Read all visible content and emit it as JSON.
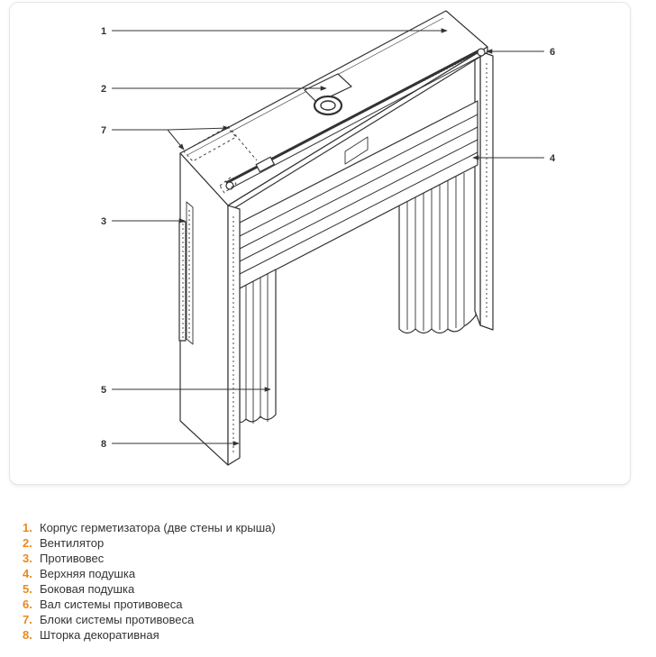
{
  "diagram": {
    "callouts": [
      "1",
      "2",
      "3",
      "4",
      "5",
      "6",
      "7",
      "8"
    ]
  },
  "legend": {
    "items": [
      {
        "num": "1.",
        "text": "Корпус герметизатора (две стены и крыша)"
      },
      {
        "num": "2.",
        "text": "Вентилятор"
      },
      {
        "num": "3.",
        "text": "Противовес"
      },
      {
        "num": "4.",
        "text": "Верхняя подушка"
      },
      {
        "num": "5.",
        "text": "Боковая подушка"
      },
      {
        "num": "6.",
        "text": "Вал системы противовеса"
      },
      {
        "num": "7.",
        "text": "Блоки системы противовеса"
      },
      {
        "num": "8.",
        "text": "Шторка декоративная"
      }
    ]
  },
  "colors": {
    "accent": "#e8891e",
    "line": "#333333"
  }
}
